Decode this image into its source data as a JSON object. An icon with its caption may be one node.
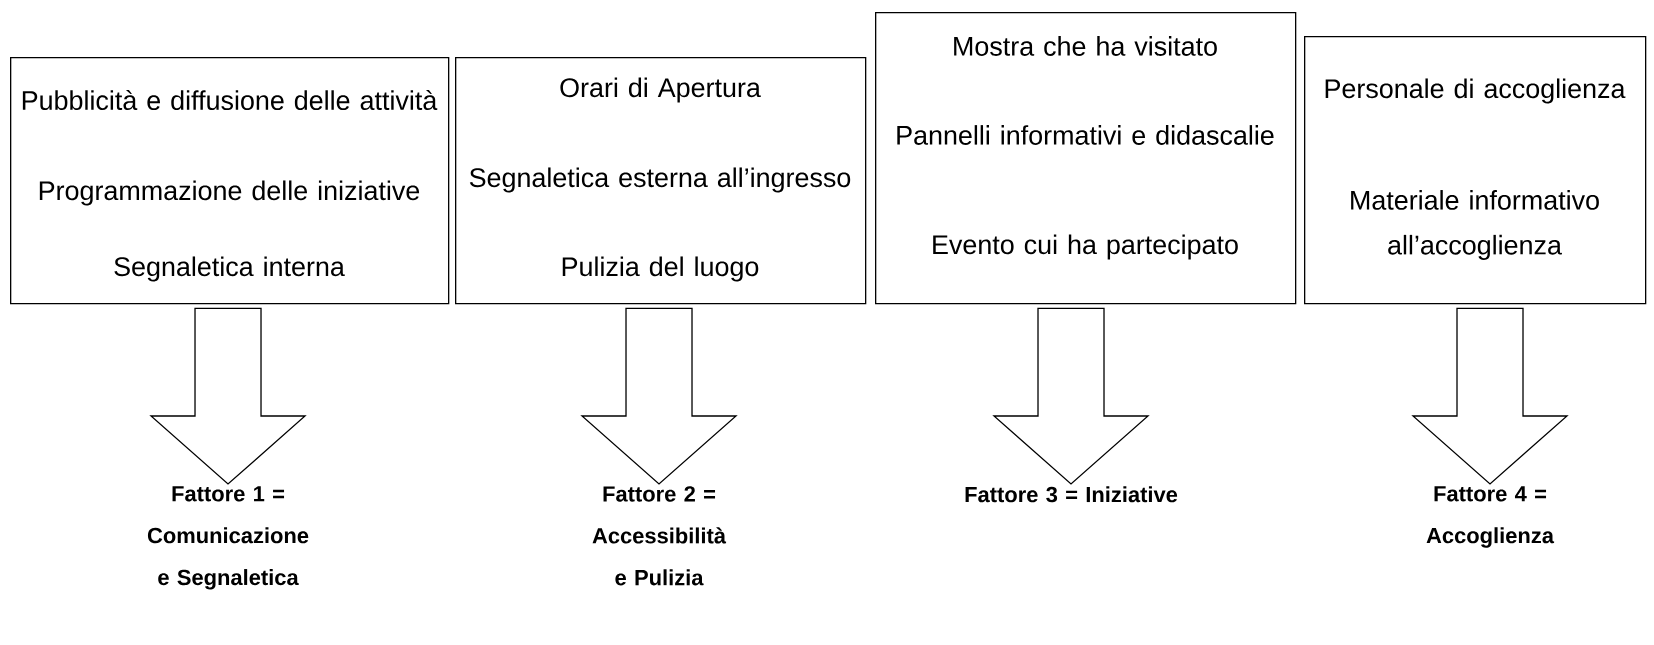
{
  "diagram": {
    "nodes": [
      {
        "text": [
          "Pubblicità e diffusione delle attività",
          "Programmazione delle iniziative",
          "Segnaletica interna"
        ]
      },
      {
        "text": [
          "Orari di Apertura",
          "Segnaletica esterna all’ingresso",
          "Pulizia del luogo"
        ]
      },
      {
        "text": [
          "Mostra che ha visitato",
          "Pannelli informativi e didascalie",
          "Evento cui ha partecipato"
        ]
      },
      {
        "text": [
          "Personale di accoglienza",
          "Materiale informativo all’accoglienza"
        ]
      },
      {
        "text": [
          "Fattore 1 = Comunicazione e Segnaletica"
        ]
      },
      {
        "text": [
          "Fattore 2 = Accessibilità e Pulizia"
        ]
      },
      {
        "text": [
          "Fattore 3 = Iniziative"
        ]
      },
      {
        "text": [
          "Fattore 4 = Accoglienza"
        ]
      }
    ],
    "edges": [
      {
        "from": 0,
        "to": 4,
        "arrow": "to"
      },
      {
        "from": 1,
        "to": 5,
        "arrow": "to"
      },
      {
        "from": 2,
        "to": 6,
        "arrow": "to"
      },
      {
        "from": 3,
        "to": 7,
        "arrow": "to"
      }
    ]
  }
}
